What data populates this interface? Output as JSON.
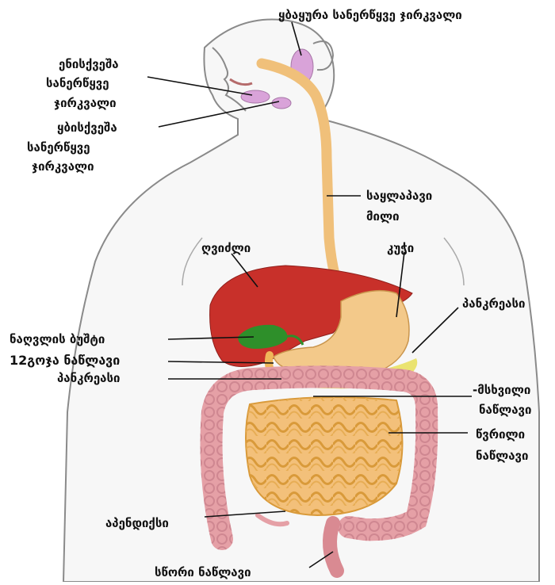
{
  "labels": {
    "parotid": "ყბაყურა სანერწყვე ჯირკვალი",
    "sublingual_1": "ენისქვეშა",
    "sublingual_2": "სანერწყვე",
    "sublingual_3": "ჯირკვალი",
    "submandibular_1": "ყბისქვეშა",
    "submandibular_2": "სანერწყვე",
    "submandibular_3": "ჯირკვალი",
    "esophagus_1": "საყლაპავი",
    "esophagus_2": "მილი",
    "liver": "ღვიძლი",
    "stomach": "კუჭი",
    "pancreas_right": "პანკრეასი",
    "gallbladder": "ნაღვლის ბუშტი",
    "duodenum": "12გოჯა ნაწლავი",
    "pancreas_left": "პანკრეასი",
    "large_intestine_1": "-მსხვილი",
    "large_intestine_2": "ნაწლავი",
    "small_intestine_1": "წვრილი",
    "small_intestine_2": "ნაწლავი",
    "appendix": "აპენდიქსი",
    "rectum": "სწორი ნაწლავი"
  },
  "colors": {
    "body_outline": "#8a8a8a",
    "body_fill": "#f7f7f7",
    "liver": "#c8302a",
    "gallbladder": "#2e8f2a",
    "stomach": "#f3c98a",
    "esophagus": "#f0c07a",
    "pancreas": "#e8e060",
    "small_intestine": "#f0b65a",
    "large_intestine": "#e5a0a6",
    "salivary_gland": "#d9a3d9",
    "leader_line": "#111111"
  }
}
